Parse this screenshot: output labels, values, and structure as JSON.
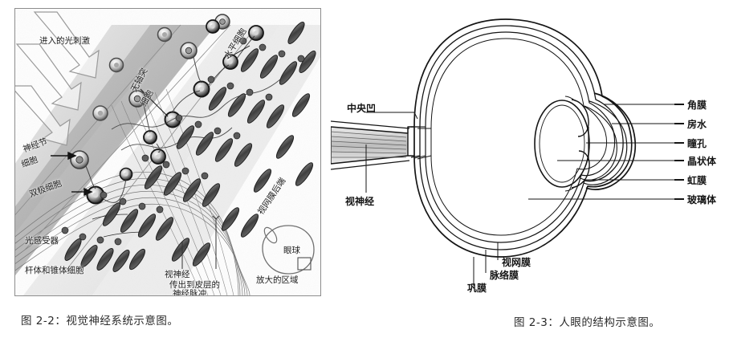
{
  "figures": {
    "left": {
      "caption": "图 2-2：视觉神经系统示意图。",
      "labels": {
        "incoming_light": "进入的光刺激",
        "horizontal_cell": "水平细胞",
        "amacrine_cell_l1": "无轴突",
        "amacrine_cell_l2": "细胞",
        "ganglion_cell_l1": "神经节",
        "ganglion_cell_l2": "细胞",
        "bipolar_cell": "双极细胞",
        "photoreceptor": "光感受器",
        "rods_and_cones": "杆体和锥体细胞",
        "retina_back": "视网膜后端",
        "optic_nerve": "视神经",
        "impulse_l1": "传出到皮层的",
        "impulse_l2": "神经脉冲",
        "eyeball": "眼球",
        "magnified_area": "放大的区域"
      }
    },
    "right": {
      "caption": "图 2-3：人眼的结构示意图。",
      "labels": {
        "fovea": "中央凹",
        "optic_nerve": "视神经",
        "cornea": "角膜",
        "aqueous_humor": "房水",
        "pupil": "瞳孔",
        "lens": "晶状体",
        "iris": "虹膜",
        "vitreous_body": "玻璃体",
        "retina": "视网膜",
        "choroid": "脉络膜",
        "sclera": "巩膜"
      }
    }
  },
  "colors": {
    "ink": "#151515",
    "plate_border": "#8d8d8d",
    "paper": "#ffffff",
    "tissue_gray": "#b9b9b9"
  }
}
